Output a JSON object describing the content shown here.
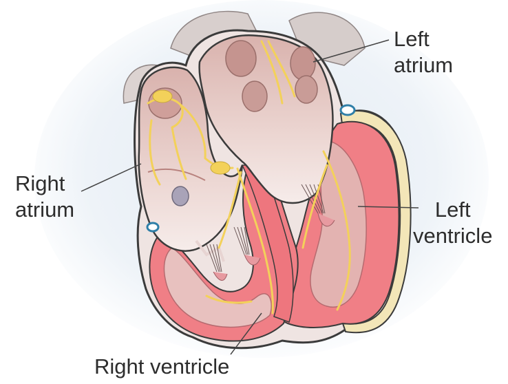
{
  "labels": {
    "left_atrium": [
      "Left",
      "atrium"
    ],
    "right_atrium": [
      "Right",
      "atrium"
    ],
    "left_ventricle": [
      "Left",
      "ventricle"
    ],
    "right_ventricle": "Right ventricle"
  },
  "colors": {
    "myocardium": "#f07f86",
    "myocardium_dark": "#d9535f",
    "chamber_pink": "#e9c6c4",
    "atrium_wall": "#f2e6e4",
    "conduction": "#f3d15a",
    "outline": "#3b3b3b",
    "vessel_blue": "#2f7fa8",
    "backdrop": "#dfe8f1"
  }
}
